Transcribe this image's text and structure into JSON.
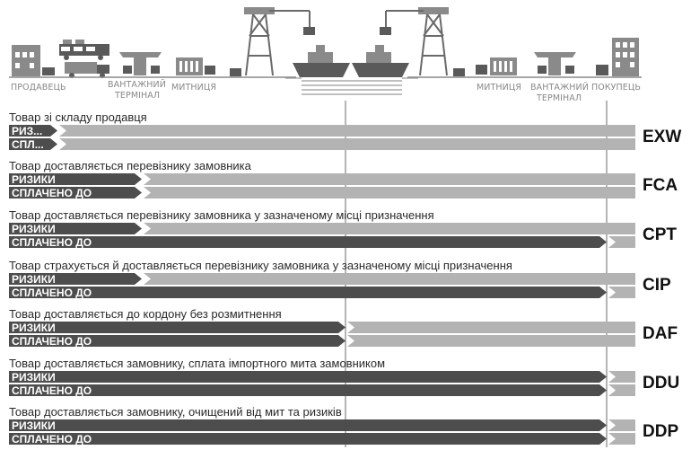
{
  "header": {
    "labels": [
      {
        "text": "ПРОДАВЕЦЬ"
      },
      {
        "text": "ВАНТАЖНИЙ"
      },
      {
        "text": "ТЕРМІНАЛ"
      },
      {
        "text": "МИТНИЦЯ"
      },
      {
        "text": "МИТНИЦЯ"
      },
      {
        "text": "ВАНТАЖНИЙ"
      },
      {
        "text": "ТЕРМІНАЛ"
      },
      {
        "text": "ПОКУПЕЦЬ"
      }
    ]
  },
  "terms": [
    {
      "code": "EXW",
      "title": "Товар зі складу продавця",
      "risk_label": "РИЗ...",
      "paid_label": "СПЛ...",
      "risk_until": "seller",
      "paid_until": "seller"
    },
    {
      "code": "FCA",
      "title": "Товар доставляється перевізнику замовника",
      "risk_label": "РИЗИКИ",
      "paid_label": "СПЛАЧЕНО ДО",
      "risk_until": "terminal",
      "paid_until": "terminal"
    },
    {
      "code": "CPT",
      "title": "Товар доставляється перевізнику замовника у зазначеному місці призначення",
      "risk_label": "РИЗИКИ",
      "paid_label": "СПЛАЧЕНО ДО",
      "risk_until": "terminal",
      "paid_until": "destination"
    },
    {
      "code": "CIP",
      "title": "Товар страхується й доставляється перевізнику замовника у зазначеному місці призначення",
      "risk_label": "РИЗИКИ",
      "paid_label": "СПЛАЧЕНО ДО",
      "risk_until": "terminal",
      "paid_until": "destination"
    },
    {
      "code": "DAF",
      "title": "Товар доставляється до кордону без розмитнення",
      "risk_label": "РИЗИКИ",
      "paid_label": "СПЛАЧЕНО ДО",
      "risk_until": "border",
      "paid_until": "border"
    },
    {
      "code": "DDU",
      "title": "Товар доставляється замовнику, сплата імпортного мита замовником",
      "risk_label": "РИЗИКИ",
      "paid_label": "СПЛАЧЕНО ДО",
      "risk_until": "destination",
      "paid_until": "destination"
    },
    {
      "code": "DDP",
      "title": "Товар доставляється замовнику, очищений від мит та ризиків",
      "risk_label": "РИЗИКИ",
      "paid_label": "СПЛАЧЕНО ДО",
      "risk_until": "destination",
      "paid_until": "destination"
    }
  ],
  "colors": {
    "dark_bar": "#4d4d4d",
    "light_bar": "#b3b3b3",
    "icons": "#8a8a8a",
    "icons_dark": "#5a5a5a"
  }
}
